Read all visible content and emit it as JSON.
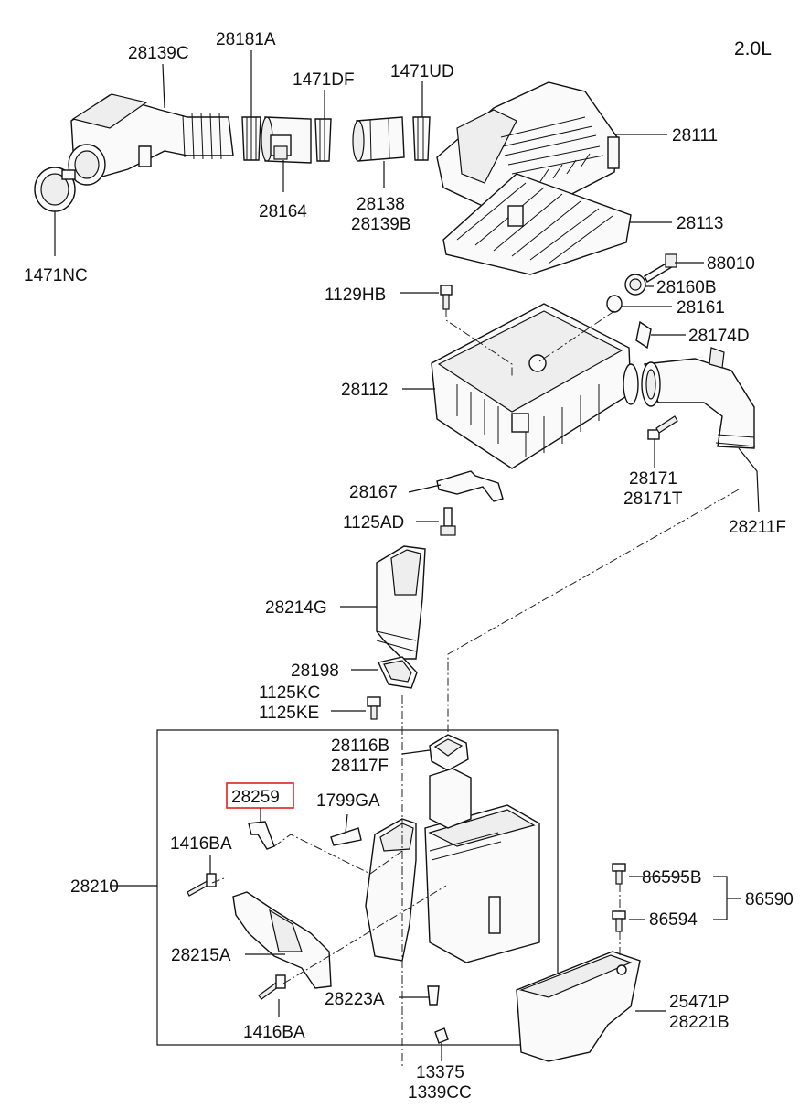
{
  "engine": "2.0L",
  "labels": {
    "l28139C": "28139C",
    "l28181A": "28181A",
    "l1471DF": "1471DF",
    "l1471UD": "1471UD",
    "l28111": "28111",
    "l28164": "28164",
    "l28138": "28138",
    "l28139B": "28139B",
    "l28113": "28113",
    "l1471NC": "1471NC",
    "l88010": "88010",
    "l28160B": "28160B",
    "l1129HB": "1129HB",
    "l28161": "28161",
    "l28174D": "28174D",
    "l28112": "28112",
    "l28171": "28171",
    "l28171T": "28171T",
    "l28167": "28167",
    "l1125AD": "1125AD",
    "l28211F": "28211F",
    "l28214G": "28214G",
    "l28198": "28198",
    "l1125KC": "1125KC",
    "l1125KE": "1125KE",
    "l28116B": "28116B",
    "l28117F": "28117F",
    "l28259": "28259",
    "l1799GA": "1799GA",
    "l1416BA_a": "1416BA",
    "l28210": "28210",
    "l86595B": "86595B",
    "l86590": "86590",
    "l86594": "86594",
    "l28215A": "28215A",
    "l25471P": "25471P",
    "l28221B": "28221B",
    "l28223A": "28223A",
    "l1416BA_b": "1416BA",
    "l13375": "13375",
    "l1339CC": "1339CC"
  },
  "highlight_color": "#e3211c"
}
